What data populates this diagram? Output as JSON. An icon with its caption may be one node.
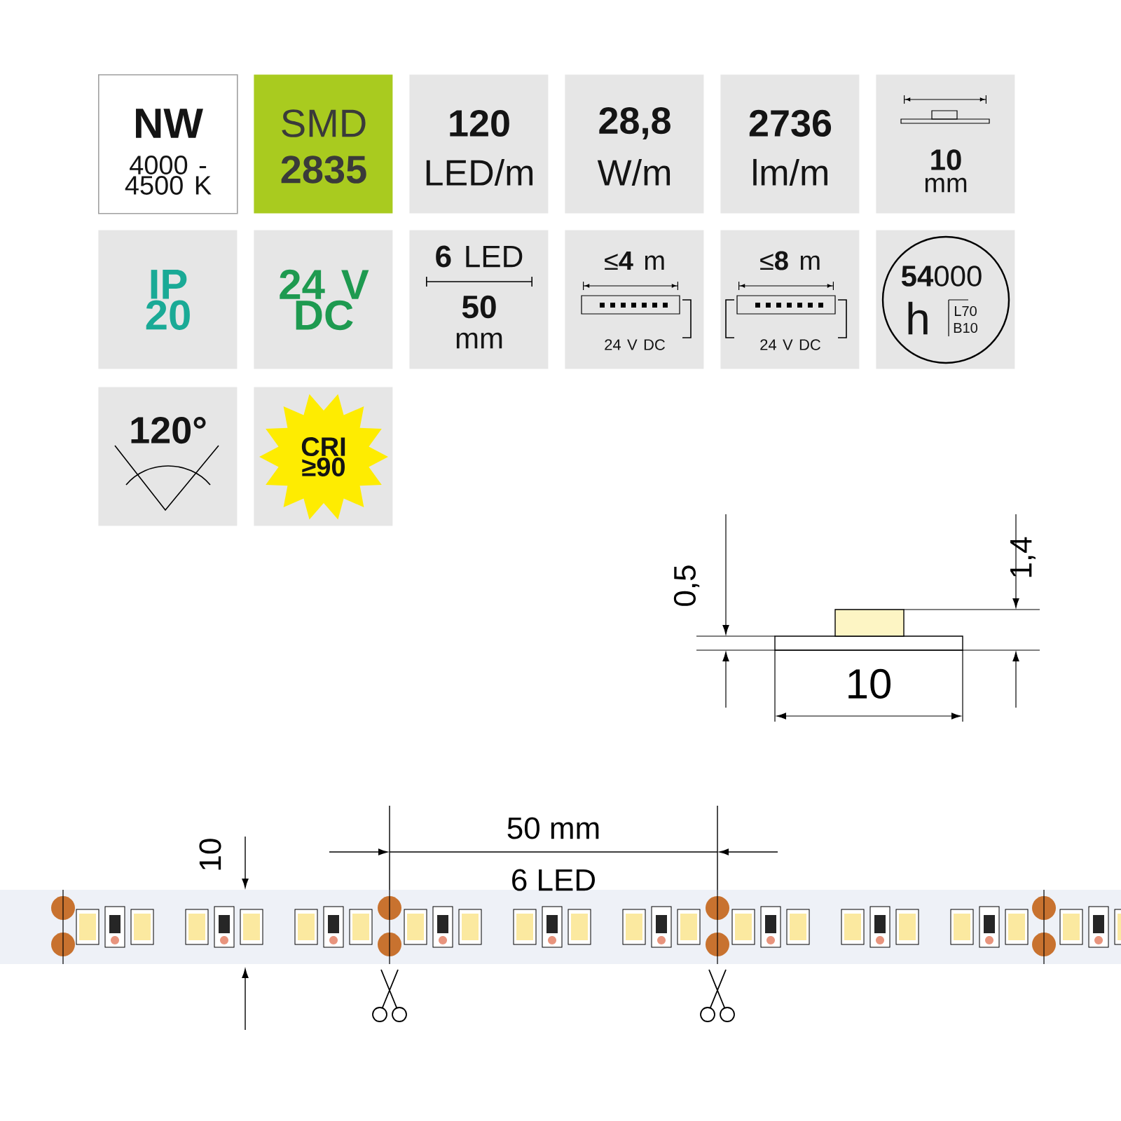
{
  "diagram": {
    "nodes": [
      {
        "text": [
          "NW",
          "4000 - 4500 K"
        ]
      },
      {
        "text": [
          "SMD",
          "2835"
        ]
      },
      {
        "text": [
          "120",
          "LED/m"
        ]
      },
      {
        "text": [
          "28,8",
          "W/m"
        ]
      },
      {
        "text": [
          "2736",
          "lm/m"
        ]
      },
      {
        "text": [
          "10",
          "mm"
        ]
      },
      {
        "text": [
          "IP 20"
        ]
      },
      {
        "text": [
          "24 V DC"
        ]
      },
      {
        "text": [
          "**6** LED",
          "50",
          "mm"
        ]
      },
      {
        "text": [
          "≤**4** m",
          "24 V DC"
        ]
      },
      {
        "text": [
          "≤**8** m",
          "24 V DC"
        ]
      },
      {
        "text": [
          "**54**000",
          "h",
          "L70 B10"
        ]
      },
      {
        "text": [
          "120°"
        ]
      },
      {
        "text": [
          "CRI ≥90"
        ]
      }
    ],
    "labels": [
      "1,4",
      "0,5",
      "10",
      "50 mm",
      "10",
      "6 LED"
    ]
  }
}
